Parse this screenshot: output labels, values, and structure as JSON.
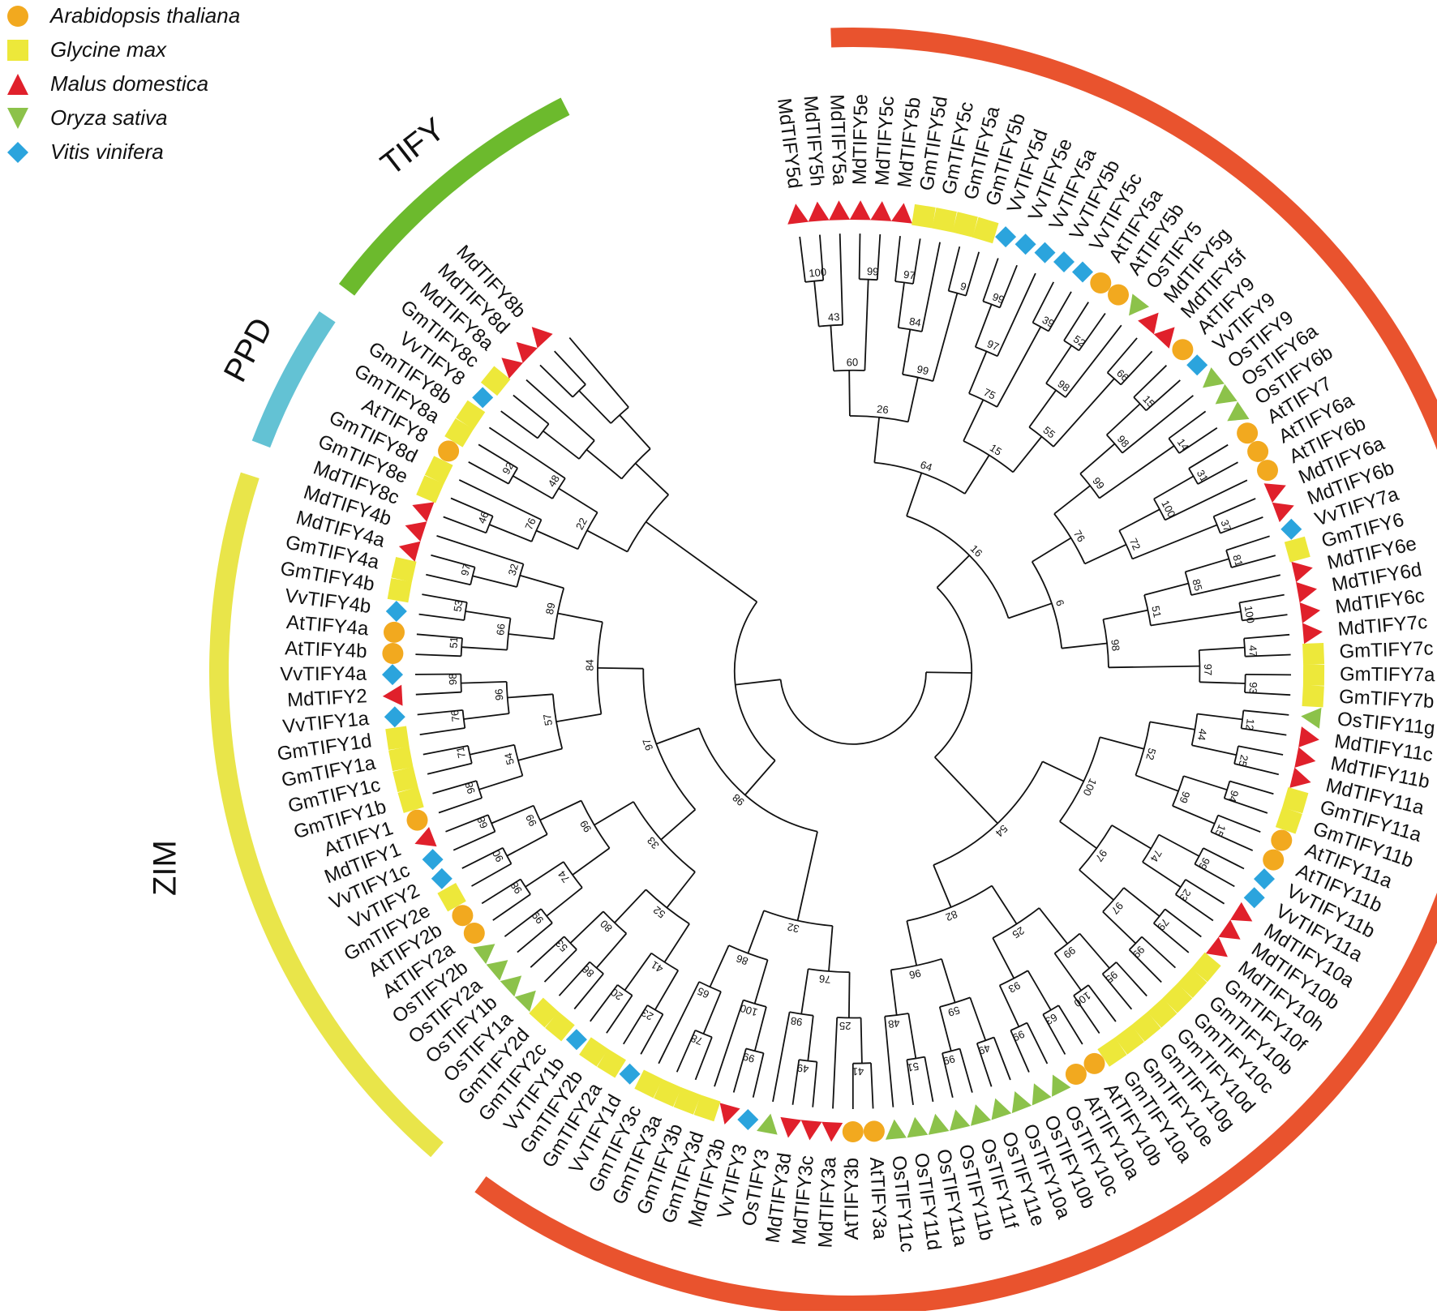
{
  "legend": [
    {
      "label": "Arabidopsis thaliana",
      "shape": "circle",
      "color": "#F2A91F"
    },
    {
      "label": "Glycine max",
      "shape": "square",
      "color": "#EDE83A"
    },
    {
      "label": "Malus domestica",
      "shape": "triangle-up",
      "color": "#E0202B"
    },
    {
      "label": "Oryza sativa",
      "shape": "triangle-down",
      "color": "#8CC24A"
    },
    {
      "label": "Vitis vinifera",
      "shape": "diamond",
      "color": "#2BA4DD"
    }
  ],
  "groups": [
    {
      "label": "TIFY",
      "color": "#6CBA2D"
    },
    {
      "label": "PPD",
      "color": "#63C2D4"
    },
    {
      "label": "ZIM",
      "color": "#E9E54A"
    },
    {
      "label": "JAZ",
      "color": "#E9532E"
    }
  ],
  "leaves": [
    {
      "label": "MdTIFY5d",
      "sp": "Md"
    },
    {
      "label": "MdTIFY5h",
      "sp": "Md"
    },
    {
      "label": "MdTIFY5a",
      "sp": "Md"
    },
    {
      "label": "MdTIFY5e",
      "sp": "Md"
    },
    {
      "label": "MdTIFY5c",
      "sp": "Md"
    },
    {
      "label": "MdTIFY5b",
      "sp": "Md"
    },
    {
      "label": "GmTIFY5d",
      "sp": "Gm"
    },
    {
      "label": "GmTIFY5c",
      "sp": "Gm"
    },
    {
      "label": "GmTIFY5a",
      "sp": "Gm"
    },
    {
      "label": "GmTIFY5b",
      "sp": "Gm"
    },
    {
      "label": "VvTIFY5d",
      "sp": "Vv"
    },
    {
      "label": "VvTIFY5e",
      "sp": "Vv"
    },
    {
      "label": "VvTIFY5a",
      "sp": "Vv"
    },
    {
      "label": "VvTIFY5b",
      "sp": "Vv"
    },
    {
      "label": "VvTIFY5c",
      "sp": "Vv"
    },
    {
      "label": "AtTIFY5a",
      "sp": "At"
    },
    {
      "label": "AtTIFY5b",
      "sp": "At"
    },
    {
      "label": "OsTIFY5",
      "sp": "Os"
    },
    {
      "label": "MdTIFY5g",
      "sp": "Md"
    },
    {
      "label": "MdTIFY5f",
      "sp": "Md"
    },
    {
      "label": "AtTIFY9",
      "sp": "At"
    },
    {
      "label": "VvTIFY9",
      "sp": "Vv"
    },
    {
      "label": "OsTIFY9",
      "sp": "Os"
    },
    {
      "label": "OsTIFY6a",
      "sp": "Os"
    },
    {
      "label": "OsTIFY6b",
      "sp": "Os"
    },
    {
      "label": "AtTIFY7",
      "sp": "At"
    },
    {
      "label": "AtTIFY6a",
      "sp": "At"
    },
    {
      "label": "AtTIFY6b",
      "sp": "At"
    },
    {
      "label": "MdTIFY6a",
      "sp": "Md"
    },
    {
      "label": "MdTIFY6b",
      "sp": "Md"
    },
    {
      "label": "VvTIFY7a",
      "sp": "Vv"
    },
    {
      "label": "GmTIFY6",
      "sp": "Gm"
    },
    {
      "label": "MdTIFY6e",
      "sp": "Md"
    },
    {
      "label": "MdTIFY6d",
      "sp": "Md"
    },
    {
      "label": "MdTIFY6c",
      "sp": "Md"
    },
    {
      "label": "MdTIFY7c",
      "sp": "Md"
    },
    {
      "label": "GmTIFY7c",
      "sp": "Gm"
    },
    {
      "label": "GmTIFY7a",
      "sp": "Gm"
    },
    {
      "label": "GmTIFY7b",
      "sp": "Gm"
    },
    {
      "label": "OsTIFY11g",
      "sp": "Os"
    },
    {
      "label": "MdTIFY11c",
      "sp": "Md"
    },
    {
      "label": "MdTIFY11b",
      "sp": "Md"
    },
    {
      "label": "MdTIFY11a",
      "sp": "Md"
    },
    {
      "label": "GmTIFY11a",
      "sp": "Gm"
    },
    {
      "label": "GmTIFY11b",
      "sp": "Gm"
    },
    {
      "label": "AtTIFY11a",
      "sp": "At"
    },
    {
      "label": "AtTIFY11b",
      "sp": "At"
    },
    {
      "label": "VvTIFY11b",
      "sp": "Vv"
    },
    {
      "label": "VvTIFY11a",
      "sp": "Vv"
    },
    {
      "label": "MdTIFY10a",
      "sp": "Md"
    },
    {
      "label": "MdTIFY10b",
      "sp": "Md"
    },
    {
      "label": "MdTIFY10h",
      "sp": "Md"
    },
    {
      "label": "GmTIFY10f",
      "sp": "Gm"
    },
    {
      "label": "GmTIFY10b",
      "sp": "Gm"
    },
    {
      "label": "GmTIFY10c",
      "sp": "Gm"
    },
    {
      "label": "GmTIFY10d",
      "sp": "Gm"
    },
    {
      "label": "GmTIFY10g",
      "sp": "Gm"
    },
    {
      "label": "GmTIFY10e",
      "sp": "Gm"
    },
    {
      "label": "GmTIFY10a",
      "sp": "Gm"
    },
    {
      "label": "AtTIFY10b",
      "sp": "At"
    },
    {
      "label": "AtTIFY10a",
      "sp": "At"
    },
    {
      "label": "OsTIFY10c",
      "sp": "Os"
    },
    {
      "label": "OsTIFY10b",
      "sp": "Os"
    },
    {
      "label": "OsTIFY10a",
      "sp": "Os"
    },
    {
      "label": "OsTIFY11e",
      "sp": "Os"
    },
    {
      "label": "OsTIFY11f",
      "sp": "Os"
    },
    {
      "label": "OsTIFY11b",
      "sp": "Os"
    },
    {
      "label": "OsTIFY11a",
      "sp": "Os"
    },
    {
      "label": "OsTIFY11d",
      "sp": "Os"
    },
    {
      "label": "OsTIFY11c",
      "sp": "Os"
    },
    {
      "label": "AtTIFY3a",
      "sp": "At"
    },
    {
      "label": "AtTIFY3b",
      "sp": "At"
    },
    {
      "label": "MdTIFY3a",
      "sp": "Md"
    },
    {
      "label": "MdTIFY3c",
      "sp": "Md"
    },
    {
      "label": "MdTIFY3d",
      "sp": "Md"
    },
    {
      "label": "OsTIFY3",
      "sp": "Os"
    },
    {
      "label": "VvTIFY3",
      "sp": "Vv"
    },
    {
      "label": "MdTIFY3b",
      "sp": "Md"
    },
    {
      "label": "GmTIFY3d",
      "sp": "Gm"
    },
    {
      "label": "GmTIFY3b",
      "sp": "Gm"
    },
    {
      "label": "GmTIFY3a",
      "sp": "Gm"
    },
    {
      "label": "GmTIFY3c",
      "sp": "Gm"
    },
    {
      "label": "VvTIFY1d",
      "sp": "Vv"
    },
    {
      "label": "GmTIFY2a",
      "sp": "Gm"
    },
    {
      "label": "GmTIFY2b",
      "sp": "Gm"
    },
    {
      "label": "VvTIFY1b",
      "sp": "Vv"
    },
    {
      "label": "GmTIFY2c",
      "sp": "Gm"
    },
    {
      "label": "GmTIFY2d",
      "sp": "Gm"
    },
    {
      "label": "OsTIFY1a",
      "sp": "Os"
    },
    {
      "label": "OsTIFY1b",
      "sp": "Os"
    },
    {
      "label": "OsTIFY2a",
      "sp": "Os"
    },
    {
      "label": "OsTIFY2b",
      "sp": "Os"
    },
    {
      "label": "AtTIFY2a",
      "sp": "At"
    },
    {
      "label": "AtTIFY2b",
      "sp": "At"
    },
    {
      "label": "GmTIFY2e",
      "sp": "Gm"
    },
    {
      "label": "VvTIFY2",
      "sp": "Vv"
    },
    {
      "label": "VvTIFY1c",
      "sp": "Vv"
    },
    {
      "label": "MdTIFY1",
      "sp": "Md"
    },
    {
      "label": "AtTIFY1",
      "sp": "At"
    },
    {
      "label": "GmTIFY1b",
      "sp": "Gm"
    },
    {
      "label": "GmTIFY1c",
      "sp": "Gm"
    },
    {
      "label": "GmTIFY1a",
      "sp": "Gm"
    },
    {
      "label": "GmTIFY1d",
      "sp": "Gm"
    },
    {
      "label": "VvTIFY1a",
      "sp": "Vv"
    },
    {
      "label": "MdTIFY2",
      "sp": "Md"
    },
    {
      "label": "VvTIFY4a",
      "sp": "Vv"
    },
    {
      "label": "AtTIFY4b",
      "sp": "At"
    },
    {
      "label": "AtTIFY4a",
      "sp": "At"
    },
    {
      "label": "VvTIFY4b",
      "sp": "Vv"
    },
    {
      "label": "GmTIFY4b",
      "sp": "Gm"
    },
    {
      "label": "GmTIFY4a",
      "sp": "Gm"
    },
    {
      "label": "MdTIFY4a",
      "sp": "Md"
    },
    {
      "label": "MdTIFY4b",
      "sp": "Md"
    },
    {
      "label": "MdTIFY8c",
      "sp": "Md"
    },
    {
      "label": "GmTIFY8e",
      "sp": "Gm"
    },
    {
      "label": "GmTIFY8d",
      "sp": "Gm"
    },
    {
      "label": "AtTIFY8",
      "sp": "At"
    },
    {
      "label": "GmTIFY8a",
      "sp": "Gm"
    },
    {
      "label": "GmTIFY8b",
      "sp": "Gm"
    },
    {
      "label": "VvTIFY8",
      "sp": "Vv"
    },
    {
      "label": "GmTIFY8c",
      "sp": "Gm"
    },
    {
      "label": "MdTIFY8a",
      "sp": "Md"
    },
    {
      "label": "MdTIFY8d",
      "sp": "Md"
    },
    {
      "label": "MdTIFY8b",
      "sp": "Md"
    }
  ],
  "species_colors": {
    "At": "#F2A91F",
    "Gm": "#EDE83A",
    "Md": "#E0202B",
    "Os": "#8CC24A",
    "Vv": "#2BA4DD"
  },
  "bootstrap_values": [
    "100",
    "43",
    "99",
    "60",
    "97",
    "84",
    "9",
    "99",
    "26",
    "99",
    "97",
    "39",
    "75",
    "52",
    "98",
    "66",
    "55",
    "15",
    "64",
    "15",
    "98",
    "14",
    "99",
    "31",
    "100",
    "37",
    "72",
    "76",
    "81",
    "85",
    "100",
    "51",
    "47",
    "93",
    "97",
    "98",
    "6",
    "16",
    "12",
    "25",
    "44",
    "94",
    "15",
    "99",
    "52",
    "99",
    "23",
    "74",
    "79",
    "99",
    "97",
    "97",
    "100",
    "95",
    "100",
    "99",
    "63",
    "99",
    "93",
    "25",
    "49",
    "99",
    "59",
    "51",
    "48",
    "96",
    "82",
    "54",
    "41",
    "25",
    "49",
    "98",
    "76",
    "99",
    "100",
    "78",
    "65",
    "86",
    "32",
    "23",
    "20",
    "41",
    "86",
    "53",
    "80",
    "52",
    "99",
    "98",
    "74",
    "90",
    "68",
    "99",
    "99",
    "33",
    "98",
    "71",
    "54",
    "76",
    "98",
    "96",
    "57",
    "51",
    "53",
    "66",
    "97",
    "32",
    "89",
    "84",
    "97",
    "98",
    "46",
    "76",
    "92",
    "48",
    "22"
  ]
}
